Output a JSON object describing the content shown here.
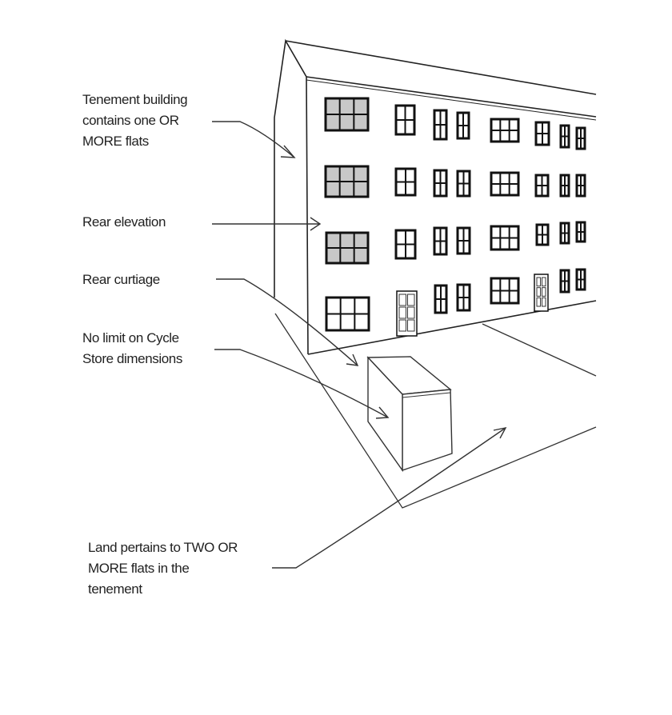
{
  "labels": {
    "tenement": [
      "Tenement building",
      "contains one OR",
      "MORE flats"
    ],
    "rear_elevation": [
      "Rear elevation"
    ],
    "rear_curtilage": [
      "Rear curtiage"
    ],
    "cycle_store": [
      "No limit on Cycle",
      "Store dimensions"
    ],
    "land": [
      "Land pertains to TWO OR",
      "MORE flats in the",
      "tenement"
    ]
  },
  "colors": {
    "line": "#222222",
    "glass_shaded": "#c8c8c8"
  }
}
